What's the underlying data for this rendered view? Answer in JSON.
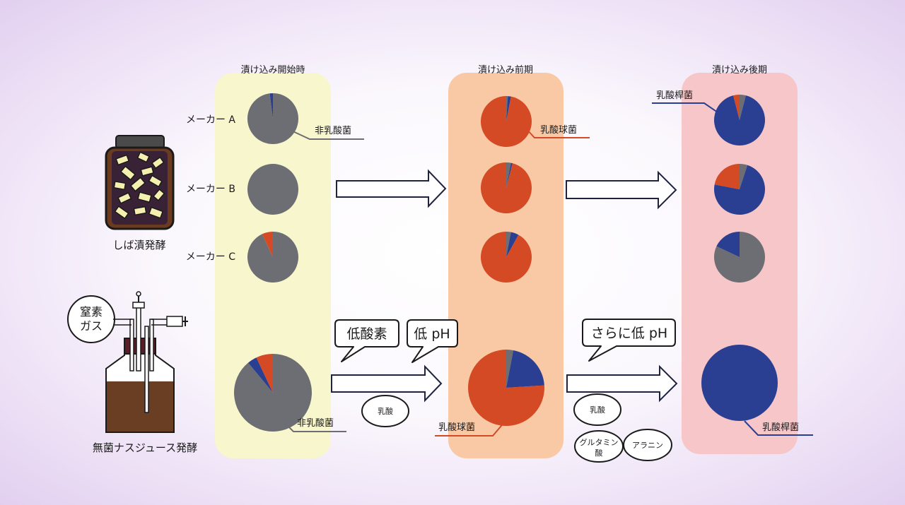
{
  "stages": [
    {
      "label": "漬け込み開始時",
      "color": "#f8f6cc"
    },
    {
      "label": "漬け込み前期",
      "color": "#f9c9a5"
    },
    {
      "label": "漬け込み後期",
      "color": "#f6c6c9"
    }
  ],
  "makers": [
    "メーカー A",
    "メーカー B",
    "メーカー C"
  ],
  "legend_colors": {
    "非乳酸菌": "#6d6e73",
    "乳酸球菌": "#d44a25",
    "乳酸桿菌": "#2a3f91"
  },
  "annotations": {
    "non_lab_1": "非乳酸菌",
    "cocci_1": "乳酸球菌",
    "bacilli_1": "乳酸桿菌",
    "non_lab_2": "非乳酸菌",
    "cocci_2": "乳酸球菌",
    "bacilli_2": "乳酸桿菌"
  },
  "shiba": {
    "label": "しば漬発酵"
  },
  "nasu": {
    "label": "無菌ナスジュース発酵",
    "gas_line1": "窒素",
    "gas_line2": "ガス"
  },
  "bubbles": {
    "low_oxygen": "低酸素",
    "low_ph": "低 pH",
    "lower_ph": "さらに低 pH"
  },
  "products": {
    "lactic_acid_1": "乳酸",
    "lactic_acid_2": "乳酸",
    "glutamic_line1": "グルタミン",
    "glutamic_line2": "酸",
    "alanine": "アラニン"
  },
  "chart_data": {
    "type": "pie",
    "categories": [
      "非乳酸菌",
      "乳酸球菌",
      "乳酸桿菌"
    ],
    "pies": [
      {
        "row": "メーカー A",
        "stage": "漬け込み開始時",
        "values": [
          0.98,
          0,
          0.02
        ]
      },
      {
        "row": "メーカー A",
        "stage": "漬け込み前期",
        "values": [
          0.01,
          0.97,
          0.02
        ]
      },
      {
        "row": "メーカー A",
        "stage": "漬け込み後期",
        "values": [
          0.04,
          0.04,
          0.92
        ]
      },
      {
        "row": "メーカー B",
        "stage": "漬け込み開始時",
        "values": [
          1.0,
          0,
          0
        ]
      },
      {
        "row": "メーカー B",
        "stage": "漬け込み前期",
        "values": [
          0.03,
          0.96,
          0.01
        ]
      },
      {
        "row": "メーカー B",
        "stage": "漬け込み後期",
        "values": [
          0.05,
          0.22,
          0.73
        ]
      },
      {
        "row": "メーカー C",
        "stage": "漬け込み開始時",
        "values": [
          0.93,
          0.07,
          0
        ]
      },
      {
        "row": "メーカー C",
        "stage": "漬け込み前期",
        "values": [
          0.03,
          0.92,
          0.05
        ]
      },
      {
        "row": "メーカー C",
        "stage": "漬け込み後期",
        "values": [
          0.82,
          0,
          0.18
        ]
      },
      {
        "row": "無菌ナスジュース発酵",
        "stage": "漬け込み開始時",
        "values": [
          0.89,
          0.07,
          0.04
        ]
      },
      {
        "row": "無菌ナスジュース発酵",
        "stage": "漬け込み前期",
        "values": [
          0.03,
          0.76,
          0.21
        ]
      },
      {
        "row": "無菌ナスジュース発酵",
        "stage": "漬け込み後期",
        "values": [
          0,
          0,
          1.0
        ]
      }
    ]
  }
}
